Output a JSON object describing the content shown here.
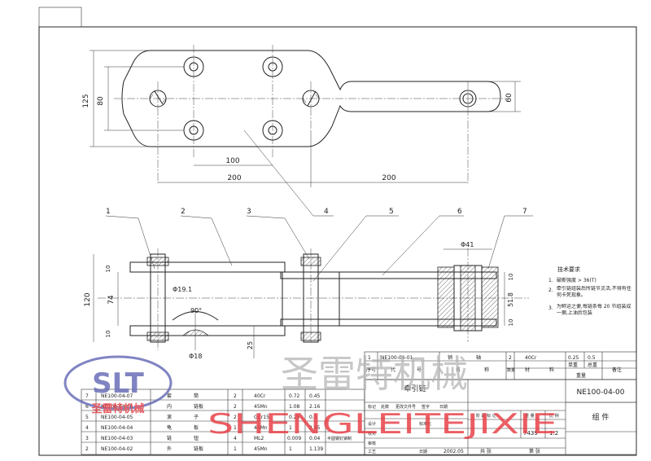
{
  "top_view": {
    "dims": {
      "d125": "125",
      "d80": "80",
      "d60": "60",
      "d100": "100",
      "d200a": "200",
      "d200b": "200"
    }
  },
  "callouts": [
    "1",
    "2",
    "3",
    "4",
    "5",
    "6",
    "7"
  ],
  "side_view": {
    "dims": {
      "d120": "120",
      "d74": "74",
      "d10a": "10",
      "d10b": "10",
      "d19": "Φ19.1",
      "d90": "90°",
      "d18": "Φ18",
      "d25": "25",
      "d41": "Φ41",
      "d10c": "10",
      "d10d": "10",
      "d518": "51.8"
    }
  },
  "tech_req": {
    "title": "技术要求",
    "items": [
      {
        "n": "1.",
        "text": "破断强度 > 36(T)"
      },
      {
        "n": "2.",
        "text": "牵引链组装后所链节灵活,不得有任何卡死现象。"
      },
      {
        "n": "3.",
        "text": "为鲆运之便,每链条每 20 节组装成一捆,上油后包装"
      }
    ]
  },
  "bom_top": {
    "row": [
      "1",
      "NE100-04-01",
      "销",
      "轴",
      "2",
      "40Cr",
      "0.25",
      "0.5",
      ""
    ],
    "header": [
      "序号",
      "代",
      "号",
      "名",
      "称",
      "数量",
      "材",
      "料",
      "单重",
      "总重",
      "备注"
    ],
    "header_sub": "重量"
  },
  "bom_rows": [
    [
      "7",
      "NE100-04-07",
      "套",
      "筒",
      "2",
      "40Cr",
      "0.72",
      "0.45",
      ""
    ],
    [
      "6",
      "NE100-04-06",
      "内",
      "链板",
      "2",
      "45Mn",
      "1.08",
      "2.16",
      ""
    ],
    [
      "5",
      "NE100-04-05",
      "滚",
      "子",
      "2",
      "GCr15",
      "0.25",
      "0.5",
      ""
    ],
    [
      "4",
      "NE100-04-04",
      "龟",
      "板",
      "1",
      "45Mn",
      "1",
      "2.65",
      ""
    ],
    [
      "3",
      "NE100-04-03",
      "链",
      "钮",
      "4",
      "ML2",
      "0.009",
      "0.04",
      "半圆钢钉铆制"
    ],
    [
      "2",
      "NE100-04-02",
      "外",
      "链板",
      "1",
      "45Mn",
      "1",
      "1.139",
      ""
    ]
  ],
  "title_block": {
    "name": "牵引链",
    "code": "NE100-04-00",
    "kind": "组 件",
    "labels": [
      "标记",
      "处数",
      "更改文件号",
      "签字",
      "日期",
      "设计",
      "标准化",
      "校对",
      "审核",
      "工艺",
      "日期"
    ],
    "stage_labels": [
      "阶 段 标 记",
      "重 量",
      "比 例"
    ],
    "weight": "7439",
    "scale": "1:2",
    "date": "2002.05",
    "sheet": "共 张",
    "sheet2": "第 张"
  },
  "watermarks": {
    "logo": "SLT",
    "logo_sub": "圣雷特机械",
    "cn": "圣雷特机械",
    "en": "SHENGLEITEJIXIE"
  },
  "colors": {
    "line": "#222222",
    "watermark_blue": "#6a6fb8",
    "watermark_red": "#e8424a",
    "watermark_gray": "#b5b5b5"
  }
}
